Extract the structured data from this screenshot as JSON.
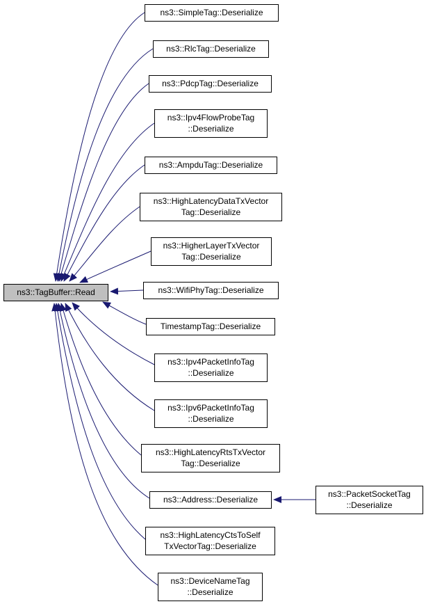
{
  "colors": {
    "edge": "#191970",
    "node_border": "#000000",
    "node_fill": "#ffffff",
    "root_fill": "#bfbfbf",
    "text": "#000000"
  },
  "root": {
    "id": "root",
    "lines": [
      "ns3::TagBuffer::Read"
    ]
  },
  "callers": [
    {
      "id": "simpletag",
      "lines": [
        "ns3::SimpleTag::Deserialize"
      ]
    },
    {
      "id": "rlctag",
      "lines": [
        "ns3::RlcTag::Deserialize"
      ]
    },
    {
      "id": "pdcptag",
      "lines": [
        "ns3::PdcpTag::Deserialize"
      ]
    },
    {
      "id": "ipv4flowprobetag",
      "lines": [
        "ns3::Ipv4FlowProbeTag",
        "::Deserialize"
      ]
    },
    {
      "id": "ampdutag",
      "lines": [
        "ns3::AmpduTag::Deserialize"
      ]
    },
    {
      "id": "highlatencydatatxvectortag",
      "lines": [
        "ns3::HighLatencyDataTxVector",
        "Tag::Deserialize"
      ]
    },
    {
      "id": "higherlayertxvectortag",
      "lines": [
        "ns3::HigherLayerTxVector",
        "Tag::Deserialize"
      ]
    },
    {
      "id": "wifiphytag",
      "lines": [
        "ns3::WifiPhyTag::Deserialize"
      ]
    },
    {
      "id": "timestamptag",
      "lines": [
        "TimestampTag::Deserialize"
      ]
    },
    {
      "id": "ipv4packetinfotag",
      "lines": [
        "ns3::Ipv4PacketInfoTag",
        "::Deserialize"
      ]
    },
    {
      "id": "ipv6packetinfotag",
      "lines": [
        "ns3::Ipv6PacketInfoTag",
        "::Deserialize"
      ]
    },
    {
      "id": "highlatencyrtstxvectortag",
      "lines": [
        "ns3::HighLatencyRtsTxVector",
        "Tag::Deserialize"
      ]
    },
    {
      "id": "address",
      "lines": [
        "ns3::Address::Deserialize"
      ]
    },
    {
      "id": "highlatencyctstoselftxvectortag",
      "lines": [
        "ns3::HighLatencyCtsToSelf",
        "TxVectorTag::Deserialize"
      ]
    },
    {
      "id": "devicenametag",
      "lines": [
        "ns3::DeviceNameTag",
        "::Deserialize"
      ]
    },
    {
      "id": "packetsockettag",
      "lines": [
        "ns3::PacketSocketTag",
        "::Deserialize"
      ]
    }
  ],
  "edges": [
    {
      "from": "simpletag",
      "to": "root"
    },
    {
      "from": "rlctag",
      "to": "root"
    },
    {
      "from": "pdcptag",
      "to": "root"
    },
    {
      "from": "ipv4flowprobetag",
      "to": "root"
    },
    {
      "from": "ampdutag",
      "to": "root"
    },
    {
      "from": "highlatencydatatxvectortag",
      "to": "root"
    },
    {
      "from": "higherlayertxvectortag",
      "to": "root"
    },
    {
      "from": "wifiphytag",
      "to": "root"
    },
    {
      "from": "timestamptag",
      "to": "root"
    },
    {
      "from": "ipv4packetinfotag",
      "to": "root"
    },
    {
      "from": "ipv6packetinfotag",
      "to": "root"
    },
    {
      "from": "highlatencyrtstxvectortag",
      "to": "root"
    },
    {
      "from": "address",
      "to": "root"
    },
    {
      "from": "highlatencyctstoselftxvectortag",
      "to": "root"
    },
    {
      "from": "devicenametag",
      "to": "root"
    },
    {
      "from": "packetsockettag",
      "to": "address"
    }
  ]
}
